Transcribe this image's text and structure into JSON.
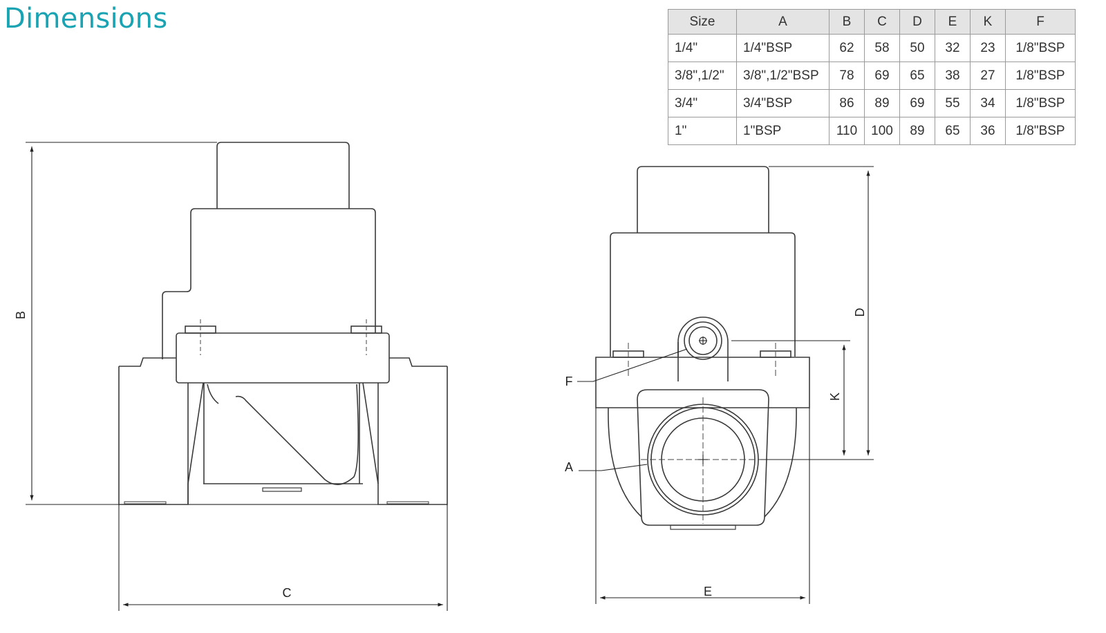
{
  "title": "Dimensions",
  "table": {
    "headers": [
      "Size",
      "A",
      "B",
      "C",
      "D",
      "E",
      "K",
      "F"
    ],
    "rows": [
      [
        "1/4\"",
        "1/4\"BSP",
        "62",
        "58",
        "50",
        "32",
        "23",
        "1/8\"BSP"
      ],
      [
        "3/8\",1/2\"",
        "3/8\",1/2\"BSP",
        "78",
        "69",
        "65",
        "38",
        "27",
        "1/8\"BSP"
      ],
      [
        "3/4\"",
        "3/4\"BSP",
        "86",
        "89",
        "69",
        "55",
        "34",
        "1/8\"BSP"
      ],
      [
        "1\"",
        "1\"BSP",
        "110",
        "100",
        "89",
        "65",
        "36",
        "1/8\"BSP"
      ]
    ]
  },
  "labels": {
    "b": "B",
    "c": "C",
    "d": "D",
    "e": "E",
    "k": "K",
    "f": "F",
    "a": "A"
  }
}
